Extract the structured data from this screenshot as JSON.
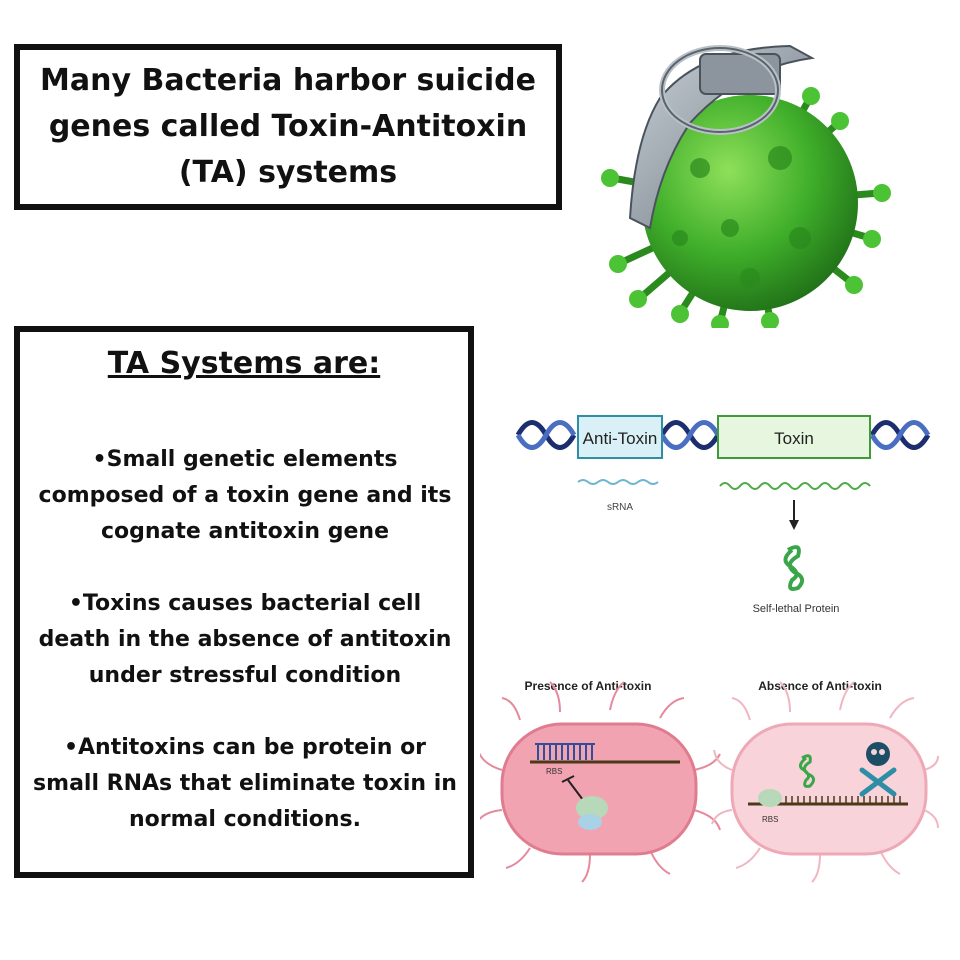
{
  "title": "Many Bacteria harbor suicide genes called Toxin-Antitoxin (TA) systems",
  "info": {
    "heading": "TA Systems are:",
    "bullets": [
      "•Small genetic elements composed of a toxin gene and its cognate antitoxin gene",
      "•Toxins causes bacterial cell death in the absence of antitoxin under stressful condition",
      "•Antitoxins can be protein or small RNAs that eliminate toxin in normal conditions."
    ]
  },
  "diagram": {
    "antitoxin_gene": "Anti-Toxin",
    "toxin_gene": "Toxin",
    "srna_label": "sRNA",
    "protein_label": "Self-lethal Protein",
    "presence_label": "Presence of Anti-toxin",
    "absence_label": "Absence of Anti-toxin",
    "rbs_label": "RBS",
    "colors": {
      "dna_blue": "#2f4f9a",
      "dna_dark": "#1c2e6e",
      "antitoxin_fill": "#d9f1f6",
      "antitoxin_border": "#2d8ea6",
      "toxin_fill": "#e6f6df",
      "toxin_border": "#3f9a3a",
      "protein_green": "#3aa64a",
      "cell_pink": "#f2a3b1",
      "cell_light": "#f8d3da",
      "virus_green": "#3fae2a"
    }
  },
  "image_icons": [
    "grenade-virus-icon",
    "skull-crossbones-icon",
    "ribosome-icon"
  ]
}
